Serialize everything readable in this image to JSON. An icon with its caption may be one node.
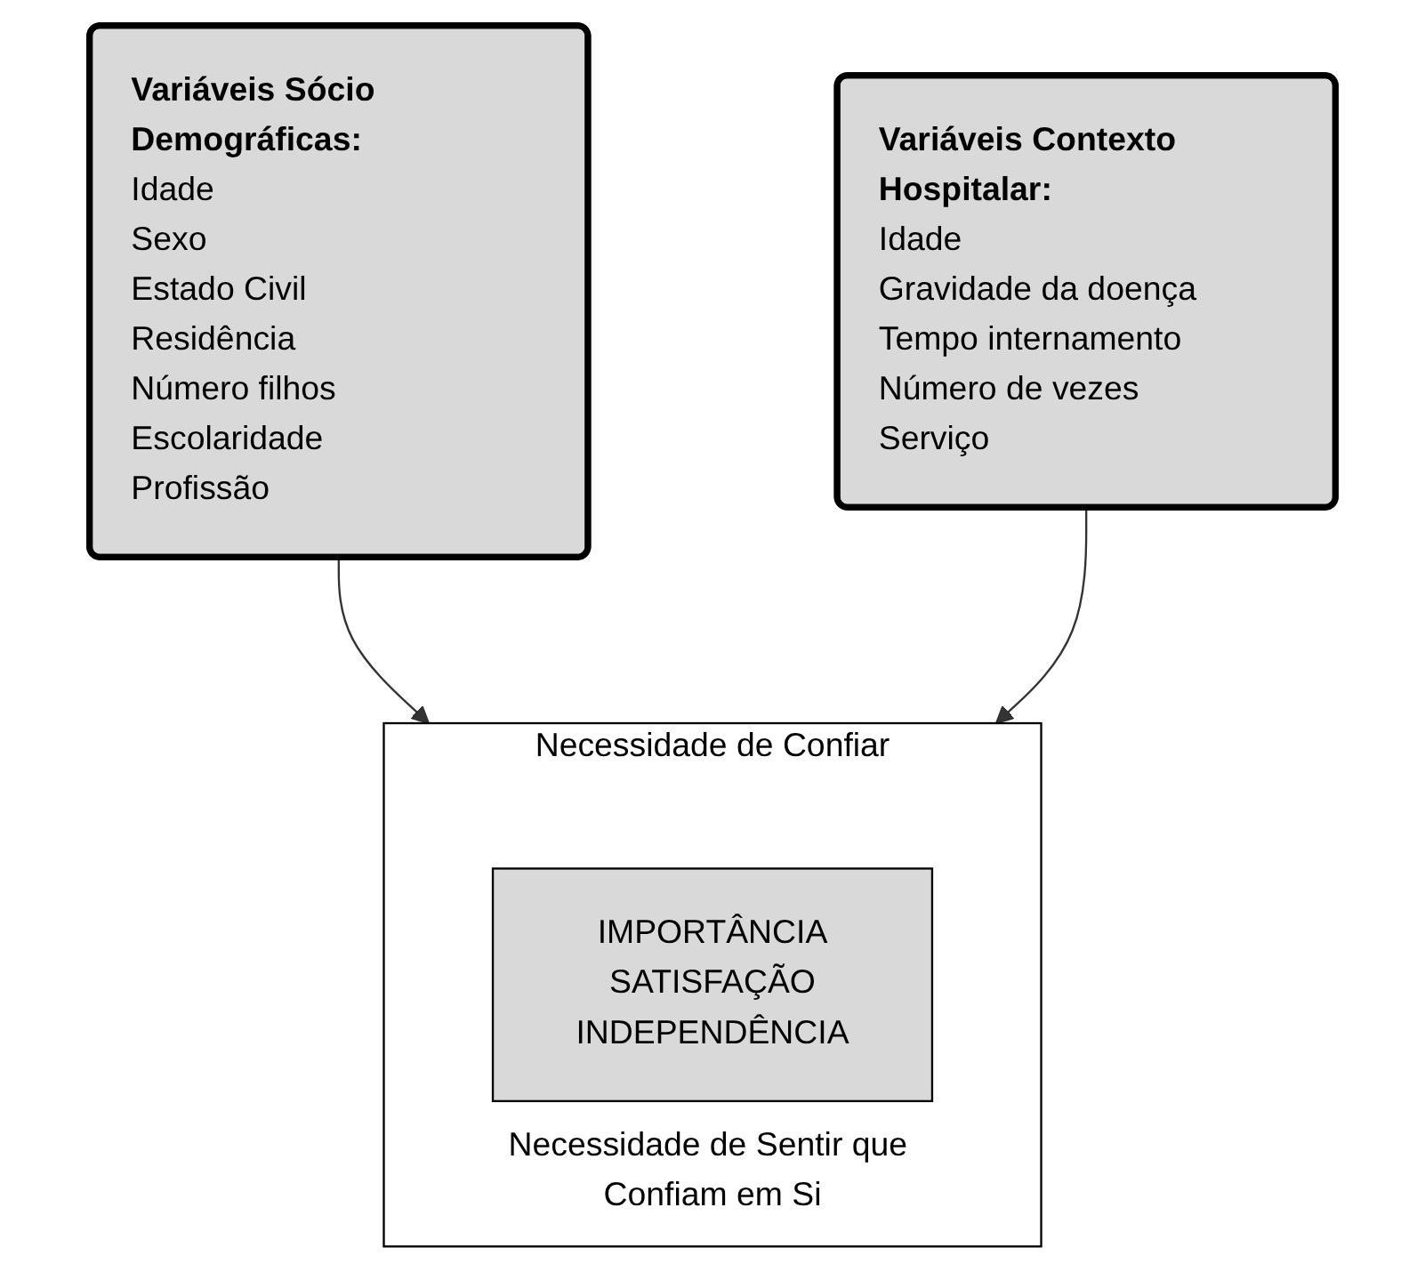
{
  "diagram": {
    "nodes": [
      {
        "text": [
          "Variáveis Sócio Demográficas:",
          "Idade",
          "Sexo",
          "Estado Civil",
          "Residência",
          "Número filhos",
          "Escolaridade",
          "Profissão"
        ]
      },
      {
        "text": [
          "Variáveis Contexto Hospitalar:",
          "Idade",
          "Gravidade da doença",
          "Tempo internamento",
          "Número de vezes",
          "Serviço"
        ]
      },
      {
        "text": [
          "Necessidade de Confiar",
          "Necessidade de Sentir que Confiam em Si"
        ]
      },
      {
        "text": [
          "IMPORTÂNCIA",
          "SATISFAÇÃO",
          "INDEPENDÊNCIA"
        ],
        "in": 2
      }
    ],
    "edges": [
      {
        "from": 0,
        "to": 2,
        "arrow": "to"
      },
      {
        "from": 1,
        "to": 2,
        "arrow": "to"
      }
    ]
  }
}
